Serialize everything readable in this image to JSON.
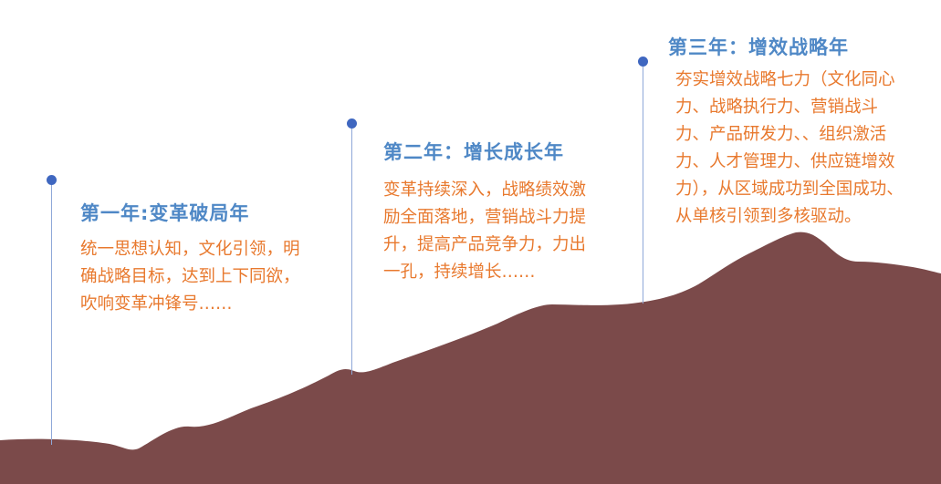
{
  "colors": {
    "accent_blue": "#4f88c6",
    "body_orange": "#e8792e",
    "line_blue": "#8fa8d8",
    "dot_blue": "#3f67c0",
    "mountain": "#7b4a4a"
  },
  "stages": [
    {
      "title": "第一年:变革破局年",
      "body": "统一思想认知，文化引领，明确战略目标，达到上下同欲，吹响变革冲锋号……"
    },
    {
      "title": "第二年：增长成长年",
      "body": "变革持续深入，战略绩效激励全面落地，营销战斗力提升，提高产品竞争力，力出一孔，持续增长……"
    },
    {
      "title": "第三年：增效战略年",
      "body": "夯实增效战略七力（文化同心力、战略执行力、营销战斗力、产品研发力、、组织激活力、人才管理力、供应链增效力），从区域成功到全国成功、从单核引领到多核驱动。"
    }
  ]
}
